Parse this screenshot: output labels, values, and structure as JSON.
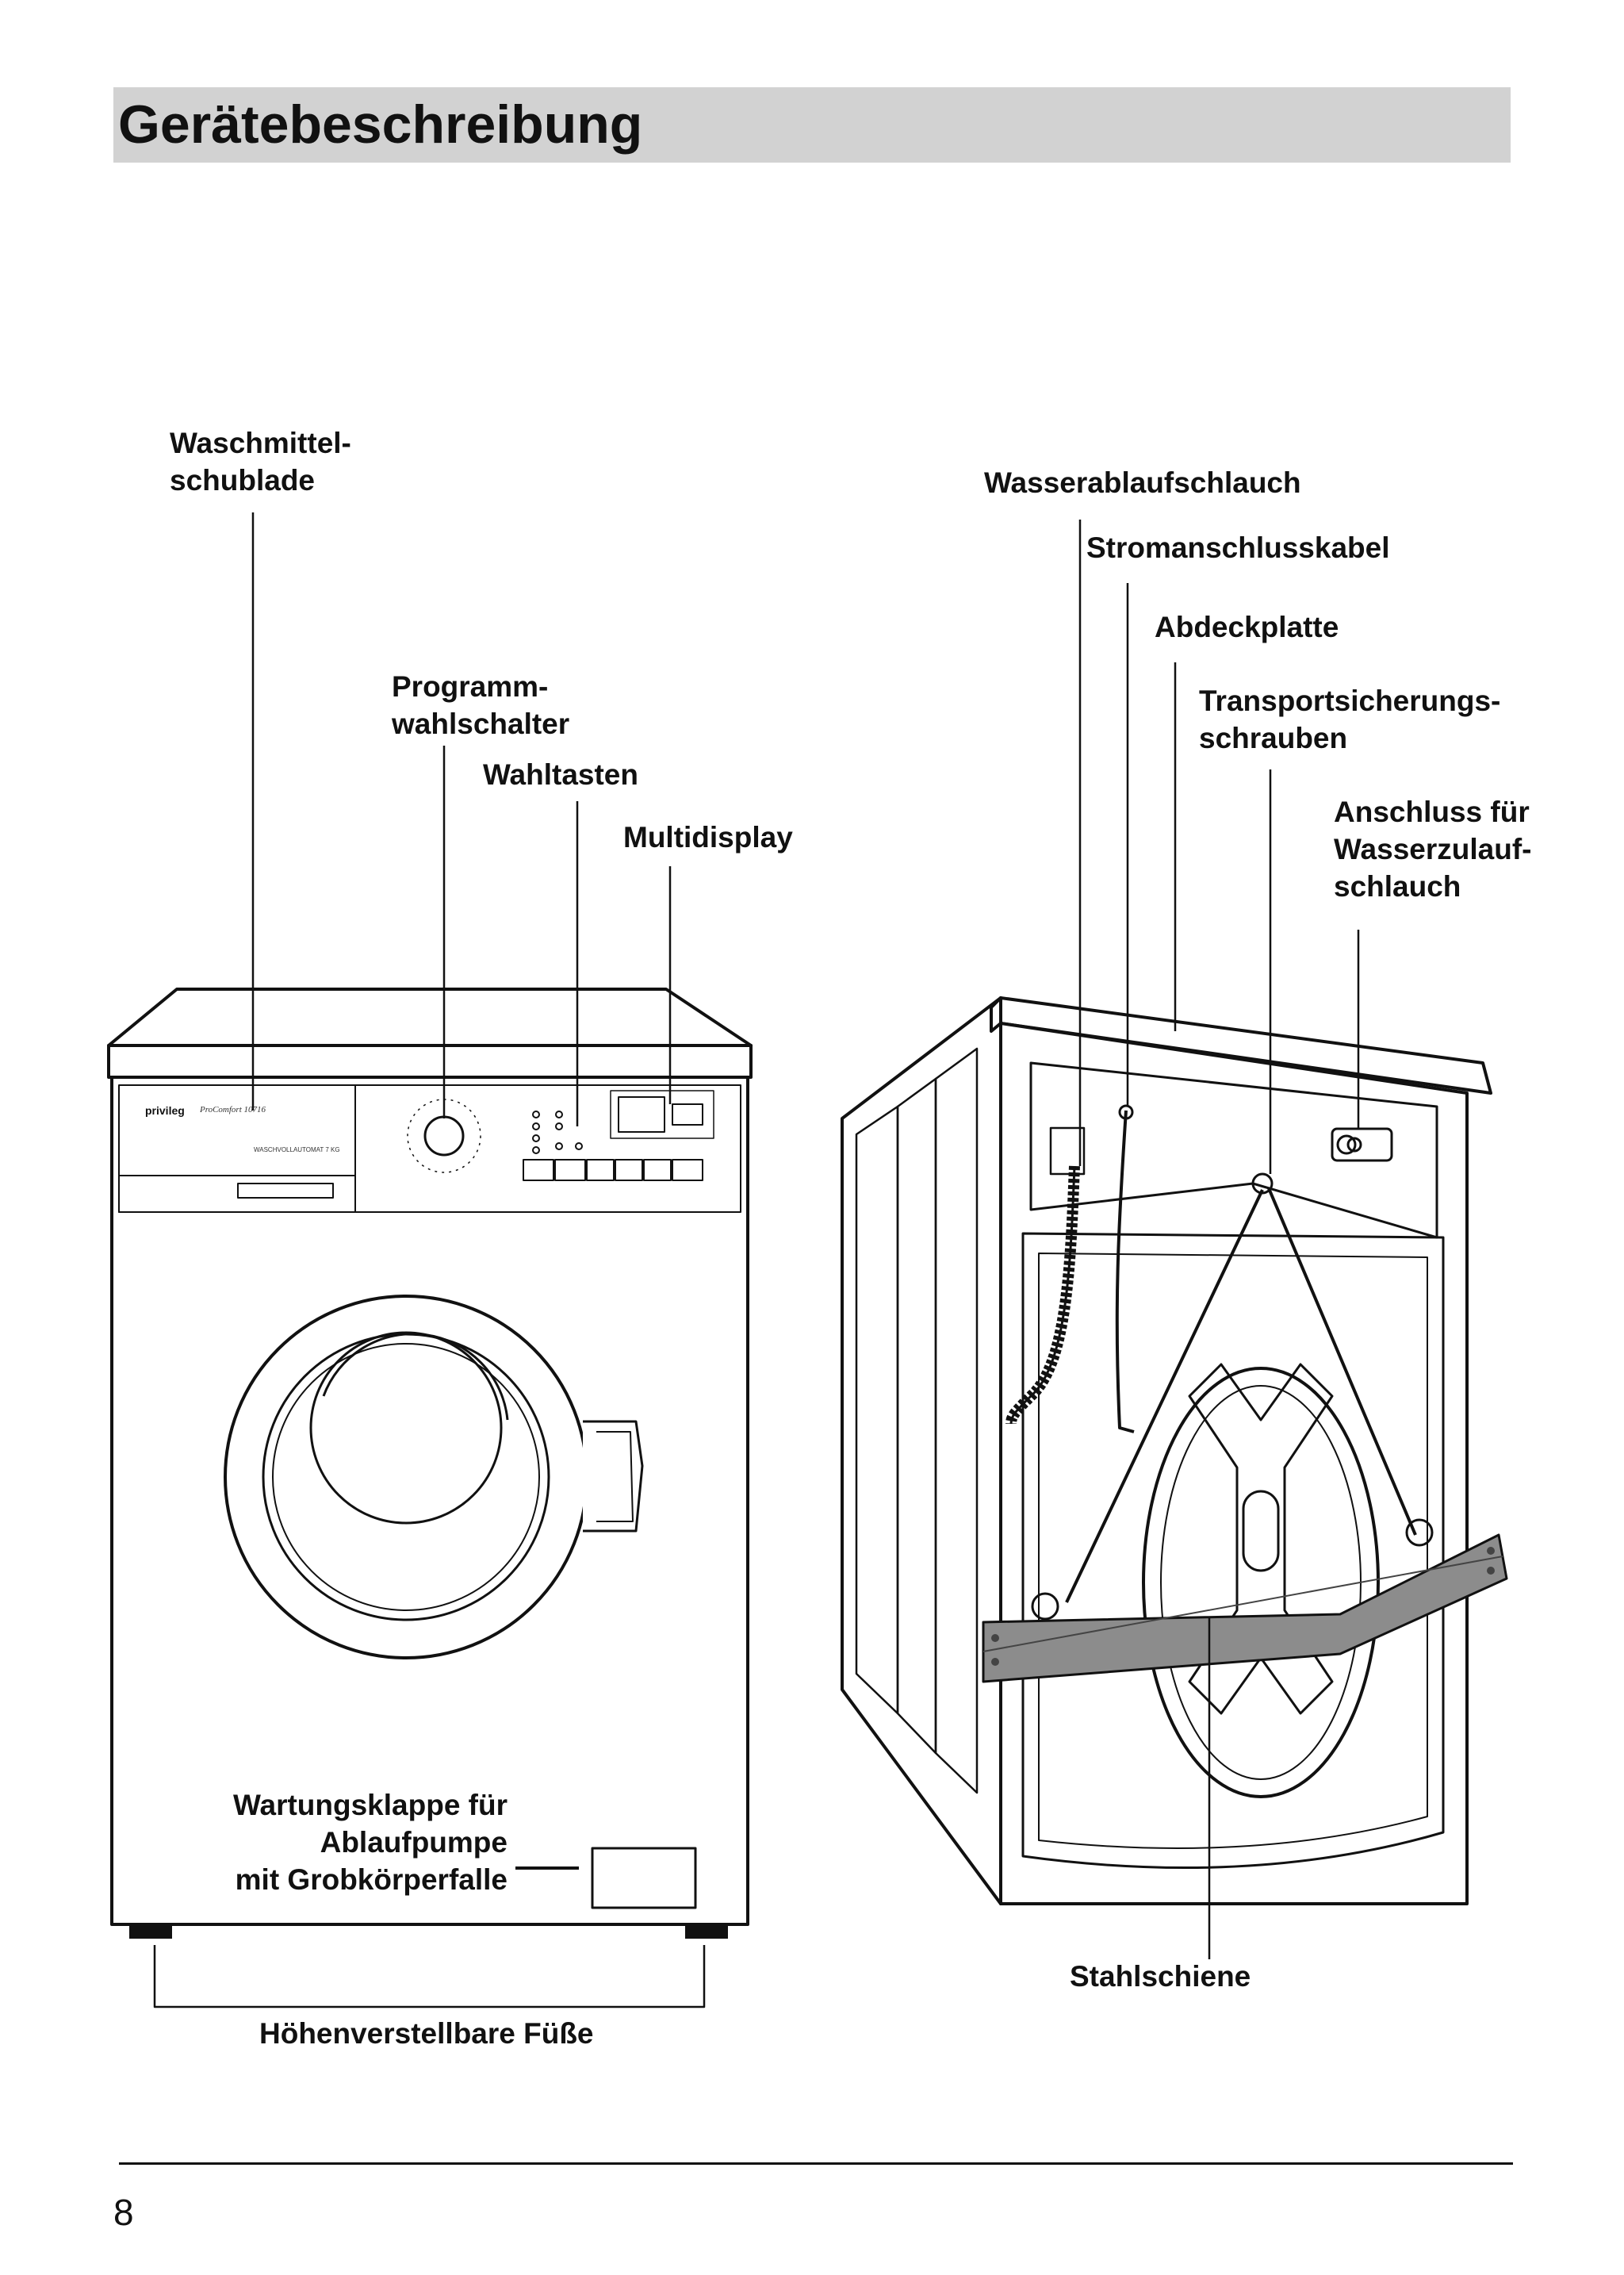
{
  "page": {
    "title": "Gerätebeschreibung",
    "page_number": "8"
  },
  "front_view": {
    "brand": "privileg",
    "model": "ProComfort 10716",
    "panel_caption": "WASCHVOLLAUTOMAT 7 KG",
    "labels": {
      "detergent_drawer": [
        "Waschmittel-",
        "schublade"
      ],
      "program_selector": [
        "Programm-",
        "wahlschalter"
      ],
      "option_buttons": [
        "Wahltasten"
      ],
      "multidisplay": [
        "Multidisplay"
      ],
      "service_flap": [
        "Wartungsklappe für",
        "Ablaufpumpe",
        "mit Grobkörperfalle"
      ],
      "feet": [
        "Höhenverstellbare Füße"
      ]
    }
  },
  "rear_view": {
    "labels": {
      "drain_hose": [
        "Wasserablaufschlauch"
      ],
      "power_cable": [
        "Stromanschlusskabel"
      ],
      "cover_plate": [
        "Abdeckplatte"
      ],
      "transport_bolts": [
        "Transportsicherungs-",
        "schrauben"
      ],
      "inlet_connection": [
        "Anschluss für",
        "Wasserzulauf-",
        "schlauch"
      ],
      "steel_rail": [
        "Stahlschiene"
      ]
    }
  }
}
